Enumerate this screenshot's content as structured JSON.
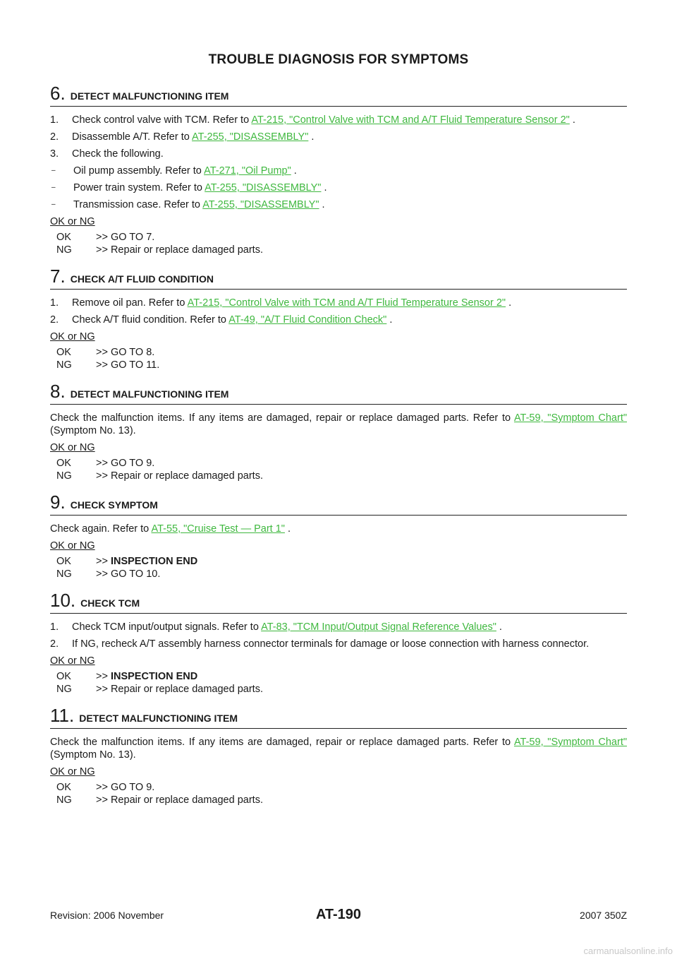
{
  "header": {
    "title": "TROUBLE DIAGNOSIS FOR SYMPTOMS"
  },
  "steps": [
    {
      "num": "6",
      "title": "DETECT MALFUNCTIONING ITEM",
      "l1_n": "1.",
      "l1_pre": "Check control valve with TCM. Refer to ",
      "l1_link": "AT-215, \"Control Valve with TCM and A/T Fluid Temperature Sensor 2\"",
      "l1_post": " .",
      "l2_n": "2.",
      "l2_pre": "Disassemble A/T. Refer to ",
      "l2_link": "AT-255, \"DISASSEMBLY\"",
      "l2_post": " .",
      "l3_n": "3.",
      "l3": "Check the following.",
      "d1_pre": "Oil pump assembly. Refer to ",
      "d1_link": "AT-271, \"Oil Pump\"",
      "d1_post": " .",
      "d2_pre": "Power train system. Refer to ",
      "d2_link": "AT-255, \"DISASSEMBLY\"",
      "d2_post": " .",
      "d3_pre": "Transmission case. Refer to ",
      "d3_link": "AT-255, \"DISASSEMBLY\"",
      "d3_post": " .",
      "okng": "OK or NG",
      "ok_k": "OK",
      "ok_v": ">> GO TO 7.",
      "ng_k": "NG",
      "ng_v": ">> Repair or replace damaged parts."
    },
    {
      "num": "7",
      "title": "CHECK A/T FLUID CONDITION",
      "l1_n": "1.",
      "l1_pre": "Remove oil pan. Refer to ",
      "l1_link": "AT-215, \"Control Valve with TCM and A/T Fluid Temperature Sensor 2\"",
      "l1_post": " .",
      "l2_n": "2.",
      "l2_pre": "Check A/T fluid condition. Refer to ",
      "l2_link": "AT-49, \"A/T Fluid Condition Check\"",
      "l2_post": " .",
      "okng": "OK or NG",
      "ok_k": "OK",
      "ok_v": ">> GO TO 8.",
      "ng_k": "NG",
      "ng_v": ">> GO TO 11."
    },
    {
      "num": "8",
      "title": "DETECT MALFUNCTIONING ITEM",
      "p_pre": "Check the malfunction items. If any items are damaged, repair or replace damaged parts. Refer to ",
      "p_link": "AT-59, \"Symptom Chart\"",
      "p_post": "  (Symptom No. 13).",
      "okng": "OK or NG",
      "ok_k": "OK",
      "ok_v": ">> GO TO 9.",
      "ng_k": "NG",
      "ng_v": ">> Repair or replace damaged parts."
    },
    {
      "num": "9",
      "title": "CHECK SYMPTOM",
      "p_pre": "Check again. Refer to ",
      "p_link": "AT-55, \"Cruise Test — Part 1\"",
      "p_post": " .",
      "okng": "OK or NG",
      "ok_k": "OK",
      "ok_arrow": ">> ",
      "ok_v": "INSPECTION END",
      "ng_k": "NG",
      "ng_v": ">> GO TO 10."
    },
    {
      "num": "10",
      "title": "CHECK TCM",
      "l1_n": "1.",
      "l1_pre": "Check TCM input/output signals. Refer to ",
      "l1_link": "AT-83, \"TCM Input/Output Signal Reference Values\"",
      "l1_post": " .",
      "l2_n": "2.",
      "l2": "If NG, recheck A/T assembly harness connector terminals for damage or loose connection with harness connector.",
      "okng": "OK or NG",
      "ok_k": "OK",
      "ok_arrow": ">> ",
      "ok_v": "INSPECTION END",
      "ng_k": "NG",
      "ng_v": ">> Repair or replace damaged parts."
    },
    {
      "num": "11",
      "title": "DETECT MALFUNCTIONING ITEM",
      "p_pre": "Check the malfunction items. If any items are damaged, repair or replace damaged parts. Refer to ",
      "p_link": "AT-59, \"Symptom Chart\"",
      "p_post": "  (Symptom No. 13).",
      "okng": "OK or NG",
      "ok_k": "OK",
      "ok_v": ">> GO TO 9.",
      "ng_k": "NG",
      "ng_v": ">> Repair or replace damaged parts."
    }
  ],
  "footer": {
    "revision": "Revision: 2006 November",
    "page": "AT-190",
    "model": "2007 350Z"
  },
  "watermark": "carmanualsonline.info",
  "colors": {
    "link": "#3fb83f",
    "text": "#1a1a1a",
    "rule": "#222222"
  }
}
